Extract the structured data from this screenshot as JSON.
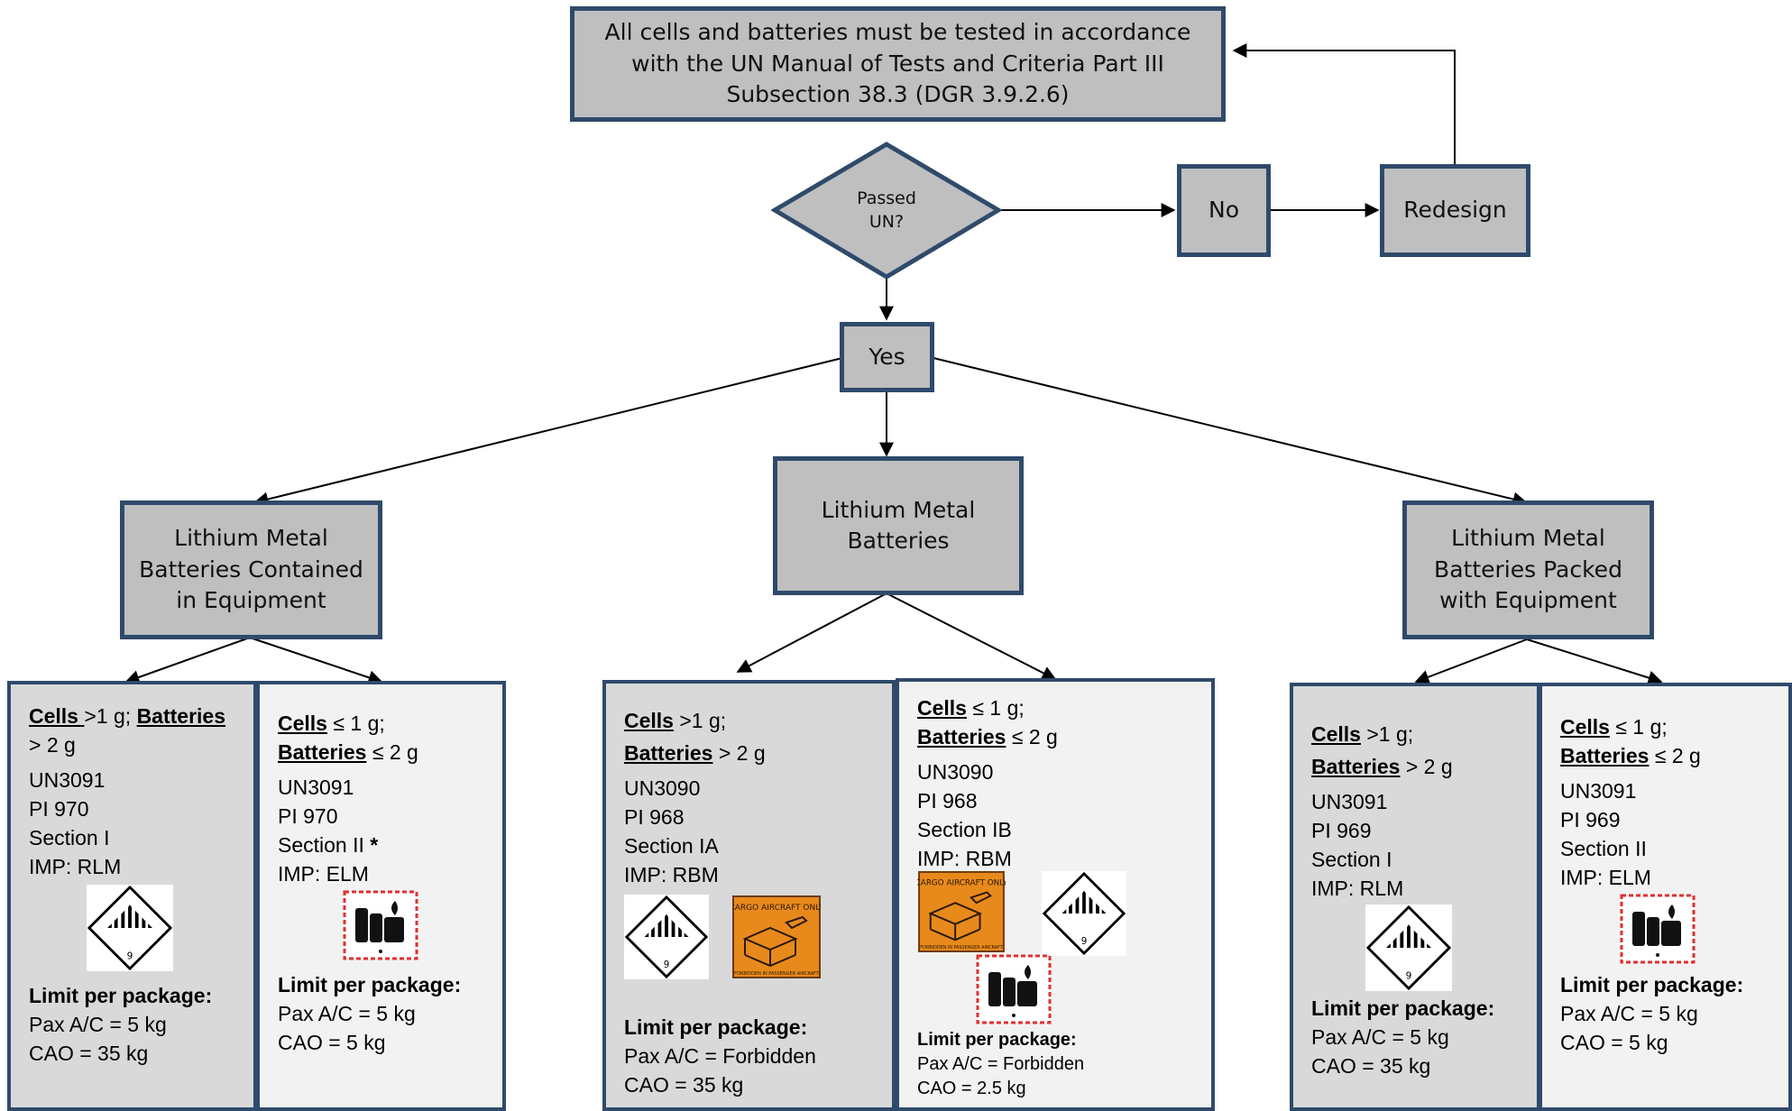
{
  "nodes": {
    "top": "All cells and batteries must be tested in accordance with the UN Manual of Tests and Criteria Part III Subsection 38.3 (DGR 3.9.2.6)",
    "decision": "Passed UN?",
    "no": "No",
    "redesign": "Redesign",
    "yes": "Yes",
    "contained": "Lithium Metal Batteries Contained in Equipment",
    "batteries": "Lithium Metal Batteries",
    "packed": "Lithium Metal Batteries Packed with Equipment"
  },
  "panels": {
    "p1": {
      "cells": "Cells ",
      "cells_cond": ">1 g; ",
      "batt": "Batteries",
      "batt_cond": "> 2 g",
      "lines": [
        "UN3091",
        "PI 970",
        "Section I",
        "IMP: RLM"
      ],
      "limit": "Limit per package:",
      "pax": "Pax A/C = 5 kg",
      "cao": "CAO = 35 kg"
    },
    "p2": {
      "cells": "Cells",
      "cells_cond": " ≤ 1 g;",
      "batt": "Batteries",
      "batt_cond": " ≤ 2 g",
      "lines": [
        "UN3091",
        "PI 970",
        "Section II"
      ],
      "section_star": "*",
      "imp": "IMP: ELM",
      "limit": "Limit per package:",
      "pax": "Pax A/C = 5 kg",
      "cao": "CAO = 5 kg"
    },
    "p3": {
      "cells": "Cells",
      "cells_cond": " >1 g;",
      "batt": "Batteries",
      "batt_cond": " > 2 g",
      "lines": [
        "UN3090",
        "PI 968",
        "Section IA",
        "IMP: RBM"
      ],
      "limit": "Limit per package:",
      "pax": "Pax A/C = Forbidden",
      "cao": "CAO = 35 kg"
    },
    "p4": {
      "cells": "Cells",
      "cells_cond": " ≤ 1 g;",
      "batt": "Batteries",
      "batt_cond": " ≤ 2 g",
      "lines": [
        "UN3090",
        "PI 968",
        "Section IB",
        "IMP: RBM"
      ],
      "limit": "Limit per package:",
      "pax": "Pax A/C = Forbidden",
      "cao": "CAO = 2.5 kg"
    },
    "p5": {
      "cells": "Cells",
      "cells_cond": " >1 g;",
      "batt": "Batteries",
      "batt_cond": " > 2 g",
      "lines": [
        "UN3091",
        "PI 969",
        "Section I",
        "IMP: RLM"
      ],
      "limit": "Limit per package:",
      "pax": "Pax A/C = 5 kg",
      "cao": "CAO = 35 kg"
    },
    "p6": {
      "cells": "Cells",
      "cells_cond": " ≤ 1 g;",
      "batt": "Batteries",
      "batt_cond": " ≤ 2 g",
      "lines": [
        "UN3091",
        "PI 969",
        "Section II",
        "IMP: ELM"
      ],
      "limit": "Limit per package:",
      "pax": "Pax A/C = 5 kg",
      "cao": "CAO = 5 kg"
    }
  },
  "labels": {
    "class9_number": "9",
    "cao_label_text": "CARGO AIRCRAFT ONLY",
    "cao_label_footer": "FORBIDDEN IN PASSENGER AIRCRAFT"
  },
  "colors": {
    "node_fill": "#bfbfbf",
    "border": "#2f4a6b",
    "panel_dark": "#d9d9d9",
    "panel_light": "#f2f2f2",
    "cao_orange": "#e8891c",
    "label_red": "#e03030"
  }
}
